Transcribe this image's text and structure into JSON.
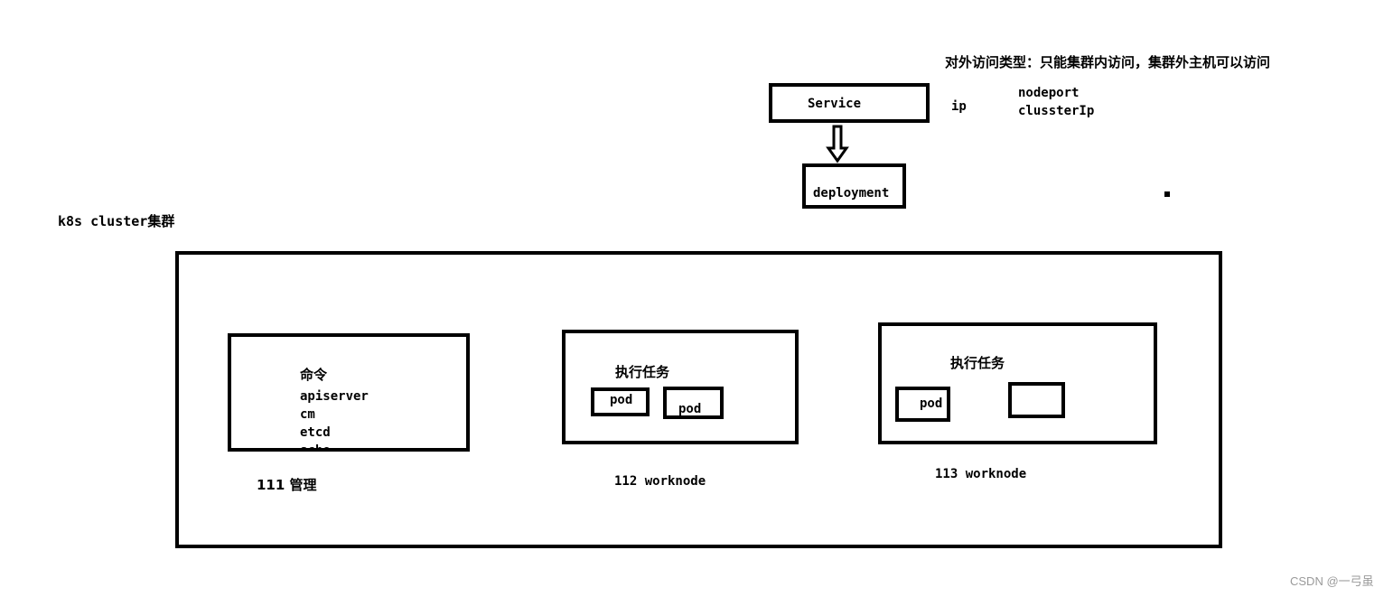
{
  "access_types": {
    "heading": "对外访问类型：只能集群内访问，集群外主机可以访问",
    "types": [
      "nodeport",
      "clussterIp"
    ]
  },
  "service": {
    "label": "Service",
    "ip_label": "ip"
  },
  "deployment": {
    "label": "deployment"
  },
  "cluster": {
    "label": "k8s cluster集群",
    "nodes": [
      {
        "caption": "111 管理",
        "title": "命令",
        "components": [
          "apiserver",
          "cm",
          "etcd",
          "sche"
        ]
      },
      {
        "caption": "112  worknode",
        "title": "执行任务",
        "pods": [
          "pod",
          "pod"
        ]
      },
      {
        "caption": "113 worknode",
        "title": "执行任务",
        "pods": [
          "pod",
          ""
        ]
      }
    ]
  },
  "watermark": "CSDN @一弓虽"
}
